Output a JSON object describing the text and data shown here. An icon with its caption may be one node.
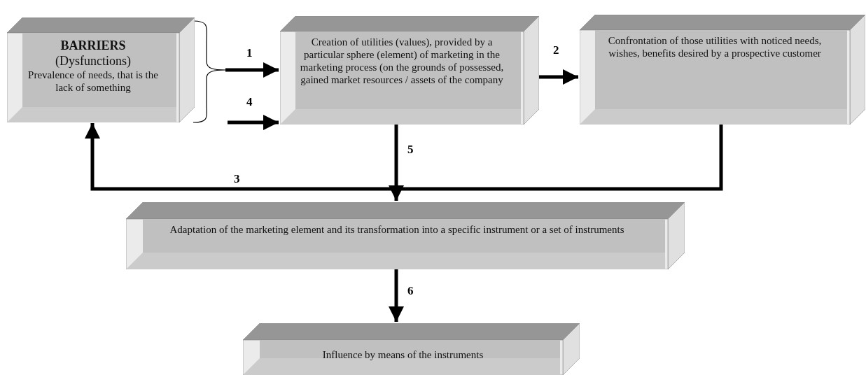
{
  "diagram": {
    "nodes": [
      {
        "text": [
          "BARRIERS",
          "(Dysfunctions)",
          "Prevalence of needs, that is the lack of something"
        ]
      },
      {
        "text": [
          "Creation of utilities (values), provided by a particular sphere (element) of marketing in the marketing process (on the grounds of possessed, gained market resources / assets of the company"
        ]
      },
      {
        "text": [
          "Confrontation of those utilities with noticed needs, wishes, benefits desired by a prospective customer"
        ]
      },
      {
        "text": [
          "Adaptation of  the marketing element and its transformation into a specific instrument or a set of instruments"
        ]
      },
      {
        "text": [
          "Influence by means of  the instruments"
        ]
      }
    ],
    "edges": [
      {
        "from": 0,
        "to": 1,
        "arrow": "to",
        "label": "1"
      },
      {
        "from": 0,
        "to": 1,
        "arrow": "to",
        "label": "4"
      },
      {
        "from": 1,
        "to": 2,
        "arrow": "to",
        "label": "2"
      },
      {
        "from": 2,
        "to": 0,
        "arrow": "to",
        "label": "3"
      },
      {
        "from": 1,
        "to": 3,
        "arrow": "to",
        "label": "5"
      },
      {
        "from": 3,
        "to": 4,
        "arrow": "to",
        "label": "6"
      }
    ]
  }
}
